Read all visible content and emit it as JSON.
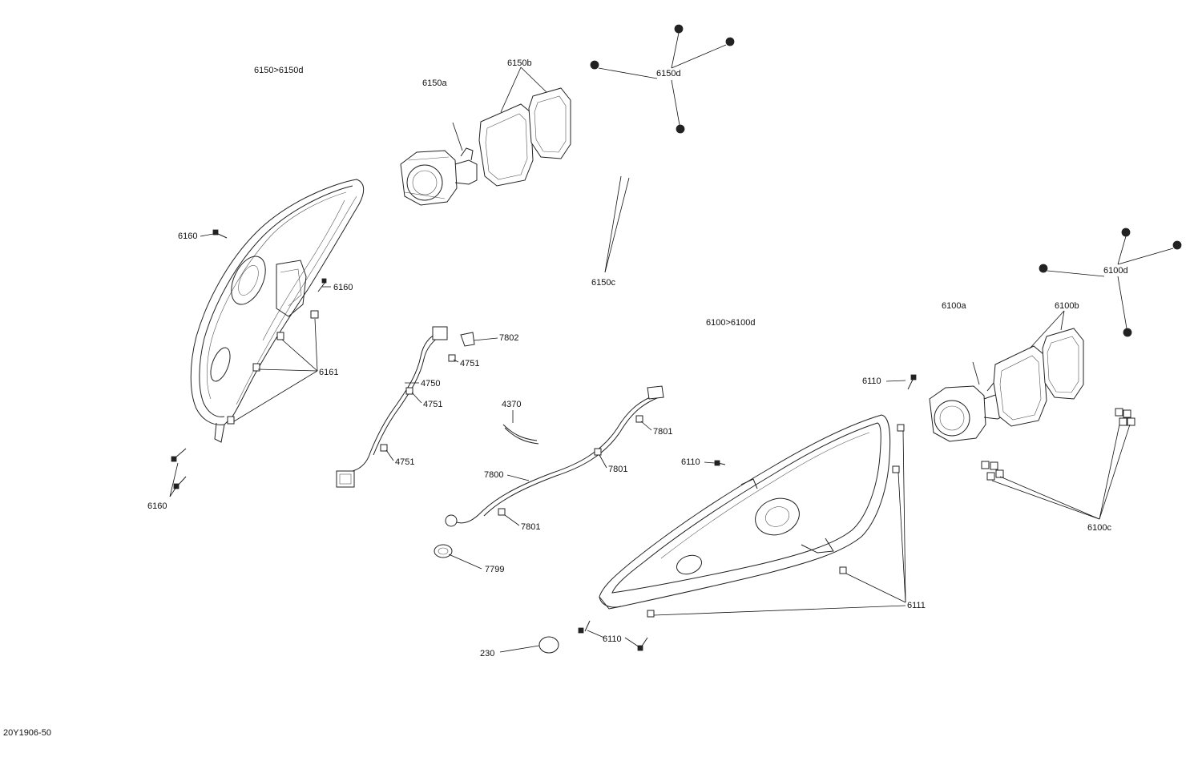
{
  "diagram": {
    "group_labels": {
      "left_assembly": "6150>6150d",
      "right_assembly": "6100>6100d"
    },
    "callouts": {
      "p6150a": "6150a",
      "p6150b": "6150b",
      "p6150c": "6150c",
      "p6150d": "6150d",
      "p6160_top": "6160",
      "p6160_mid": "6160",
      "p6160_bottom": "6160",
      "p6161": "6161",
      "p7802": "7802",
      "p4751_a": "4751",
      "p4750": "4750",
      "p4751_b": "4751",
      "p4751_c": "4751",
      "p4370": "4370",
      "p7801_a": "7801",
      "p7801_b": "7801",
      "p7800": "7800",
      "p7801_c": "7801",
      "p7799": "7799",
      "p230": "230",
      "p6110_a": "6110",
      "p6110_b": "6110",
      "p6110_c": "6110",
      "p6111": "6111",
      "p6100a": "6100a",
      "p6100b": "6100b",
      "p6100c": "6100c",
      "p6100d": "6100d"
    },
    "drawing_number": "20Y1906-50"
  }
}
